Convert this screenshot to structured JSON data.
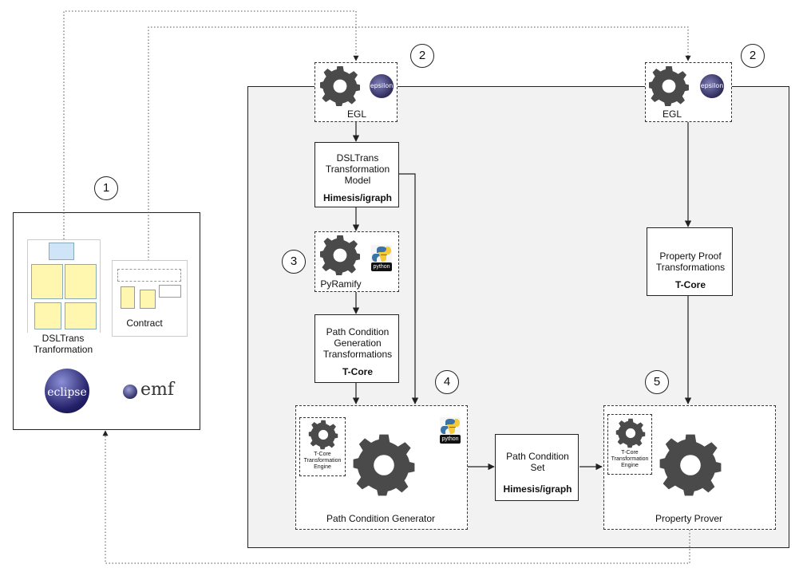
{
  "left_panel": {
    "dsltrans_thumb_label": "DSLTrans\nTranformation",
    "contract_thumb_label": "Contract",
    "eclipse_logo_text": "eclipse",
    "emf_logo_text": "emf"
  },
  "step_numbers": [
    "1",
    "2",
    "2",
    "3",
    "4",
    "5"
  ],
  "nodes": {
    "egl_left": {
      "label": "EGL",
      "badge": "epsilon"
    },
    "egl_right": {
      "label": "EGL",
      "badge": "epsilon"
    },
    "dsltrans_model": {
      "label": "DSLTrans\nTransformation\nModel",
      "tech": "Himesis/igraph"
    },
    "pyramify": {
      "label": "PyRamify",
      "badge": "python"
    },
    "path_condition_generation": {
      "label": "Path Condition\nGeneration\nTransformations",
      "tech": "T-Core"
    },
    "property_proof": {
      "label": "Property Proof\nTransformations",
      "tech": "T-Core"
    },
    "path_condition_generator": {
      "label": "Path Condition Generator",
      "engine_label": "T-Core\nTransformation\nEngine",
      "badge": "python"
    },
    "path_condition_set": {
      "label": "Path Condition\nSet",
      "tech": "Himesis/igraph"
    },
    "property_prover": {
      "label": "Property Prover",
      "engine_label": "T-Core\nTransformation\nEngine"
    }
  },
  "colors": {
    "panel_bg": "#f2f2f2",
    "gear": "#4a4a4a",
    "line": "#222222"
  }
}
